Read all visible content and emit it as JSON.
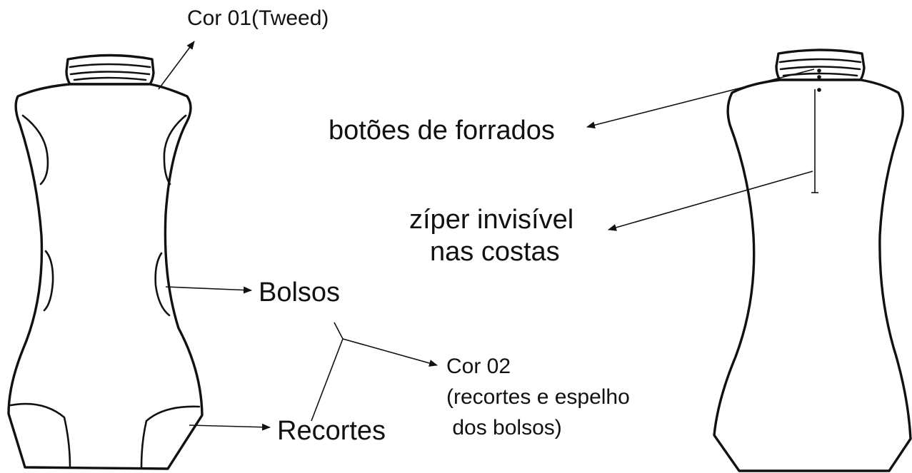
{
  "labels": {
    "cor01": "Cor 01(Tweed)",
    "botoes": "botões de forrados",
    "ziper_line1": "zíper invisível",
    "ziper_line2": "nas costas",
    "bolsos": "Bolsos",
    "recortes": "Recortes",
    "cor02_line1": "Cor 02",
    "cor02_line2": "(recortes e espelho",
    "cor02_line3": " dos bolsos)"
  },
  "colors": {
    "ink": "#111111",
    "background": "#ffffff"
  }
}
